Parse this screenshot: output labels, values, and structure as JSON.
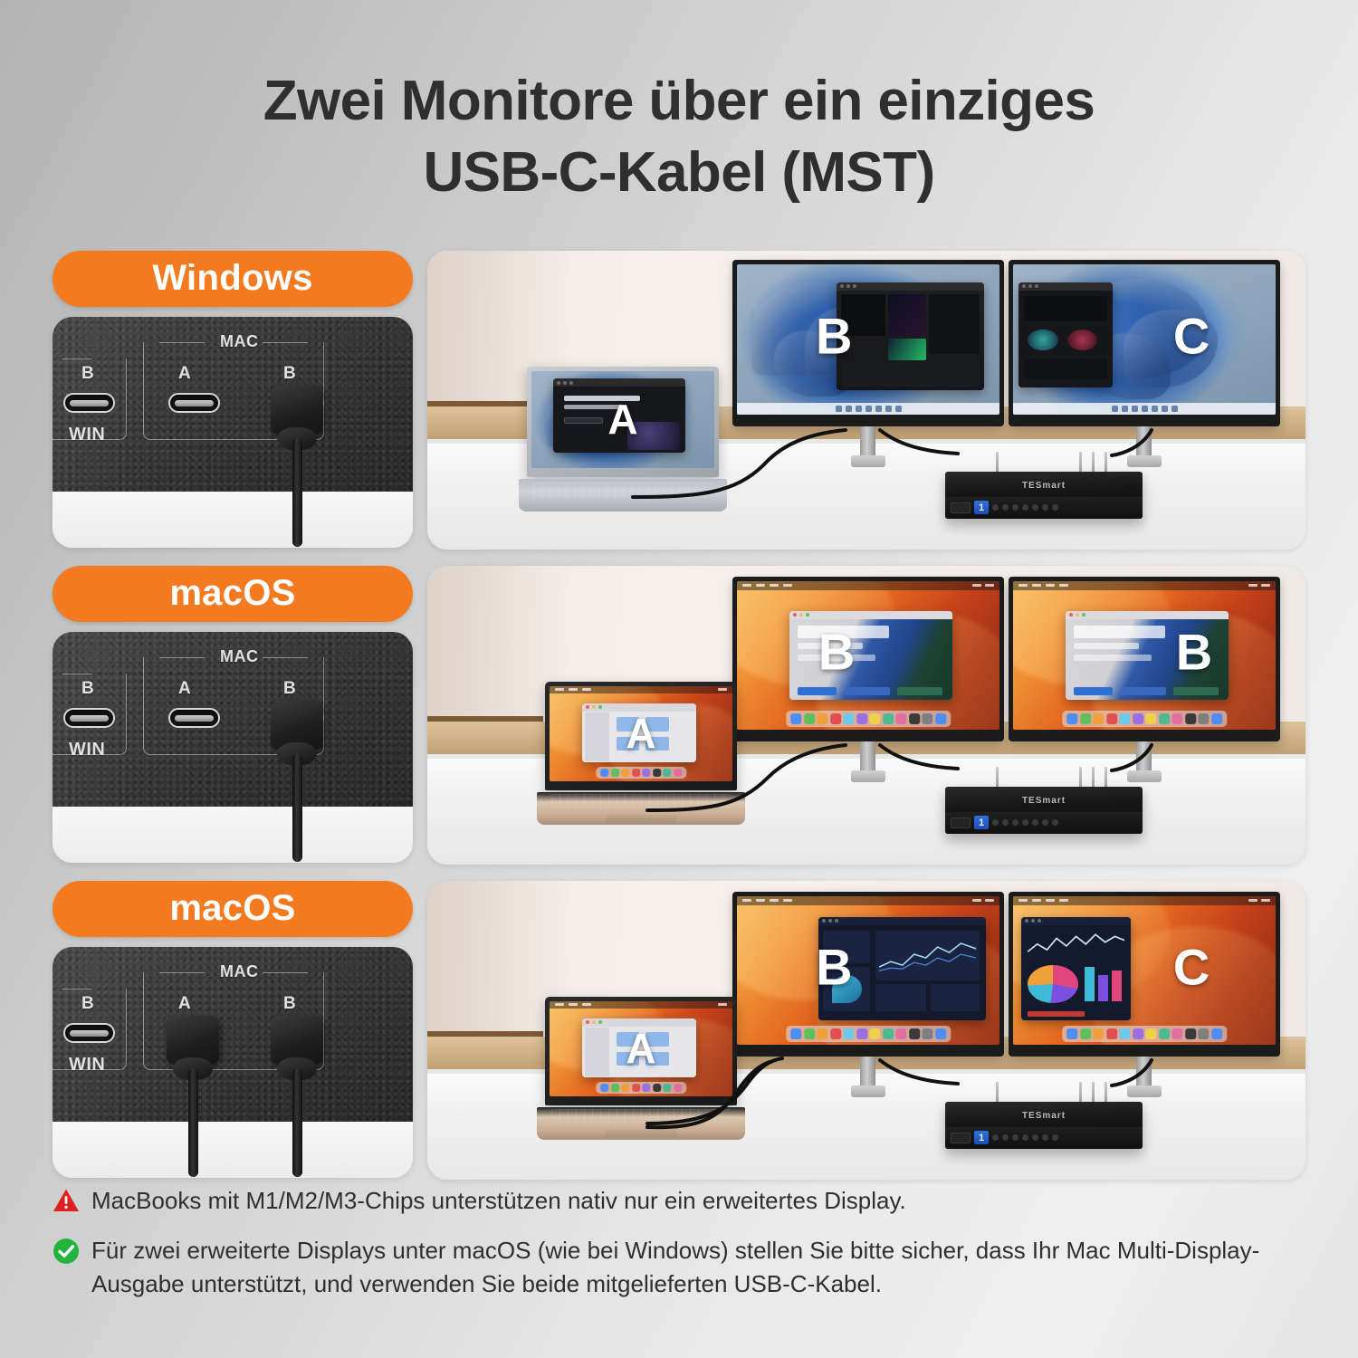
{
  "title": {
    "line1": "Zwei Monitore über ein einziges",
    "line2": "USB-C-Kabel (MST)"
  },
  "colors": {
    "badge_orange": "#f47a20",
    "title_dark": "#2f2f2f",
    "warning_red": "#e02020",
    "success_green": "#22b33c",
    "faceplate_dark": "#373737"
  },
  "rows": [
    {
      "badge_label": "Windows",
      "panel": {
        "group_win_label": "WIN",
        "group_mac_label": "MAC",
        "port_win_b_label": "B",
        "port_mac_a_label": "A",
        "port_mac_b_label": "B",
        "plugged_ports": [
          "MAC-B"
        ]
      },
      "scene": {
        "laptop_label": "A",
        "monitor_left_label": "B",
        "monitor_right_label": "C",
        "kvm_brand": "TESmart",
        "kvm_channel": "1",
        "os_theme": "windows"
      }
    },
    {
      "badge_label": "macOS",
      "panel": {
        "group_win_label": "WIN",
        "group_mac_label": "MAC",
        "port_win_b_label": "B",
        "port_mac_a_label": "A",
        "port_mac_b_label": "B",
        "plugged_ports": [
          "MAC-B"
        ]
      },
      "scene": {
        "laptop_label": "A",
        "monitor_left_label": "B",
        "monitor_right_label": "B",
        "kvm_brand": "TESmart",
        "kvm_channel": "1",
        "os_theme": "macos"
      }
    },
    {
      "badge_label": "macOS",
      "panel": {
        "group_win_label": "WIN",
        "group_mac_label": "MAC",
        "port_win_b_label": "B",
        "port_mac_a_label": "A",
        "port_mac_b_label": "B",
        "plugged_ports": [
          "MAC-A",
          "MAC-B"
        ]
      },
      "scene": {
        "laptop_label": "A",
        "monitor_left_label": "B",
        "monitor_right_label": "C",
        "kvm_brand": "TESmart",
        "kvm_channel": "1",
        "os_theme": "macos-dash"
      }
    }
  ],
  "notes": [
    {
      "icon": "warning-triangle-icon",
      "text": "MacBooks mit M1/M2/M3-Chips unterstützen nativ nur ein erweitertes Display."
    },
    {
      "icon": "check-circle-icon",
      "text": "Für zwei erweiterte Displays unter macOS (wie bei Windows) stellen Sie bitte sicher, dass Ihr Mac Multi-Display-Ausgabe unterstützt, und verwenden Sie beide mitgelieferten USB-C-Kabel."
    }
  ]
}
